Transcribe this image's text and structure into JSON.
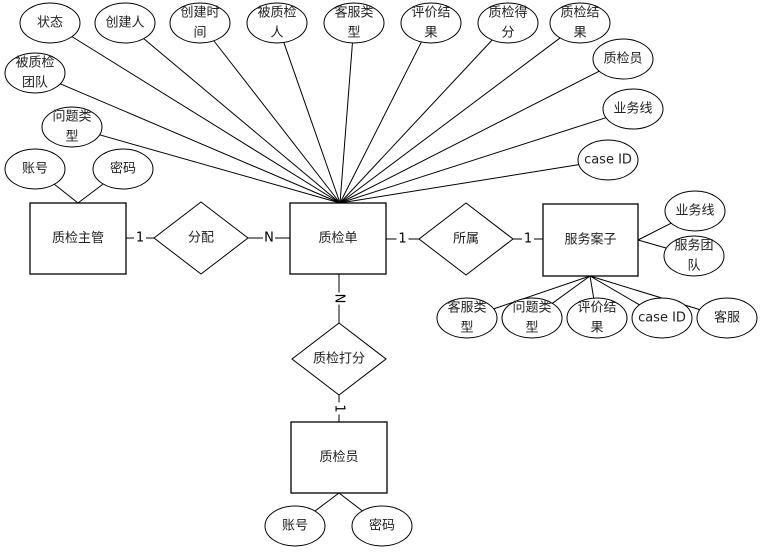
{
  "diagram": {
    "type": "ER diagram",
    "entities": [
      {
        "id": "supervisor",
        "label": "质检主管"
      },
      {
        "id": "qc_order",
        "label": "质检单"
      },
      {
        "id": "service_case",
        "label": "服务案子"
      },
      {
        "id": "inspector",
        "label": "质检员"
      }
    ],
    "relationships": [
      {
        "id": "assign",
        "label": "分配",
        "from": "supervisor",
        "to": "qc_order",
        "from_card": "1",
        "to_card": "N"
      },
      {
        "id": "belongs",
        "label": "所属",
        "from": "qc_order",
        "to": "service_case",
        "from_card": "1",
        "to_card": "1"
      },
      {
        "id": "scoring",
        "label": "质检打分",
        "from": "qc_order",
        "to": "inspector",
        "from_card": "N",
        "to_card": "1"
      }
    ],
    "attributes": {
      "qc_order": [
        {
          "id": "status",
          "lines": [
            "状态"
          ]
        },
        {
          "id": "creator",
          "lines": [
            "创建人"
          ]
        },
        {
          "id": "created_time",
          "lines": [
            "创建时",
            "间"
          ]
        },
        {
          "id": "inspected_person",
          "lines": [
            "被质检",
            "人"
          ]
        },
        {
          "id": "cs_type",
          "lines": [
            "客服类",
            "型"
          ]
        },
        {
          "id": "eval_result",
          "lines": [
            "评价结",
            "果"
          ]
        },
        {
          "id": "qc_score",
          "lines": [
            "质检得",
            "分"
          ]
        },
        {
          "id": "qc_result",
          "lines": [
            "质检结",
            "果"
          ]
        },
        {
          "id": "inspector",
          "lines": [
            "质检员"
          ]
        },
        {
          "id": "business_line",
          "lines": [
            "业务线"
          ]
        },
        {
          "id": "case_id",
          "lines": [
            "case ID"
          ]
        },
        {
          "id": "inspected_team",
          "lines": [
            "被质检",
            "团队"
          ]
        },
        {
          "id": "issue_type",
          "lines": [
            "问题类",
            "型"
          ]
        }
      ],
      "supervisor": [
        {
          "id": "account",
          "lines": [
            "账号"
          ]
        },
        {
          "id": "password",
          "lines": [
            "密码"
          ]
        }
      ],
      "service_case": [
        {
          "id": "business_line",
          "lines": [
            "业务线"
          ]
        },
        {
          "id": "service_team",
          "lines": [
            "服务团",
            "队"
          ]
        },
        {
          "id": "cs_type",
          "lines": [
            "客服类",
            "型"
          ]
        },
        {
          "id": "issue_type",
          "lines": [
            "问题类",
            "型"
          ]
        },
        {
          "id": "eval_result",
          "lines": [
            "评价结",
            "果"
          ]
        },
        {
          "id": "case_id",
          "lines": [
            "case ID"
          ]
        },
        {
          "id": "cs_agent",
          "lines": [
            "客服"
          ]
        }
      ],
      "inspector": [
        {
          "id": "account",
          "lines": [
            "账号"
          ]
        },
        {
          "id": "password",
          "lines": [
            "密码"
          ]
        }
      ]
    }
  }
}
